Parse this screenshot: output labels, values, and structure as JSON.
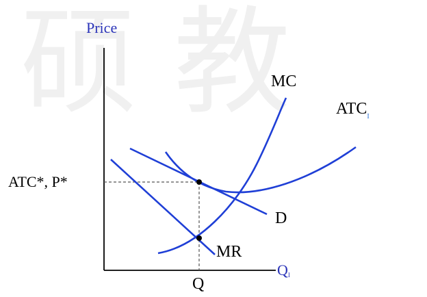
{
  "labels": {
    "price_axis": "Price",
    "quantity_axis": "Q",
    "quantity_axis_sub": "I",
    "mc": "MC",
    "atc": "ATC",
    "atc_sub": "I",
    "d": "D",
    "mr": "MR",
    "price_level": "ATC*, P*",
    "q_star": "Q"
  },
  "watermark": {
    "text": "硕 教",
    "color": "#e8e8e8"
  },
  "colors": {
    "curve": "#1f3fd6",
    "axis_label": "#2a33b8",
    "axis": "#000000",
    "text": "#000000",
    "guide": "#555555"
  }
}
